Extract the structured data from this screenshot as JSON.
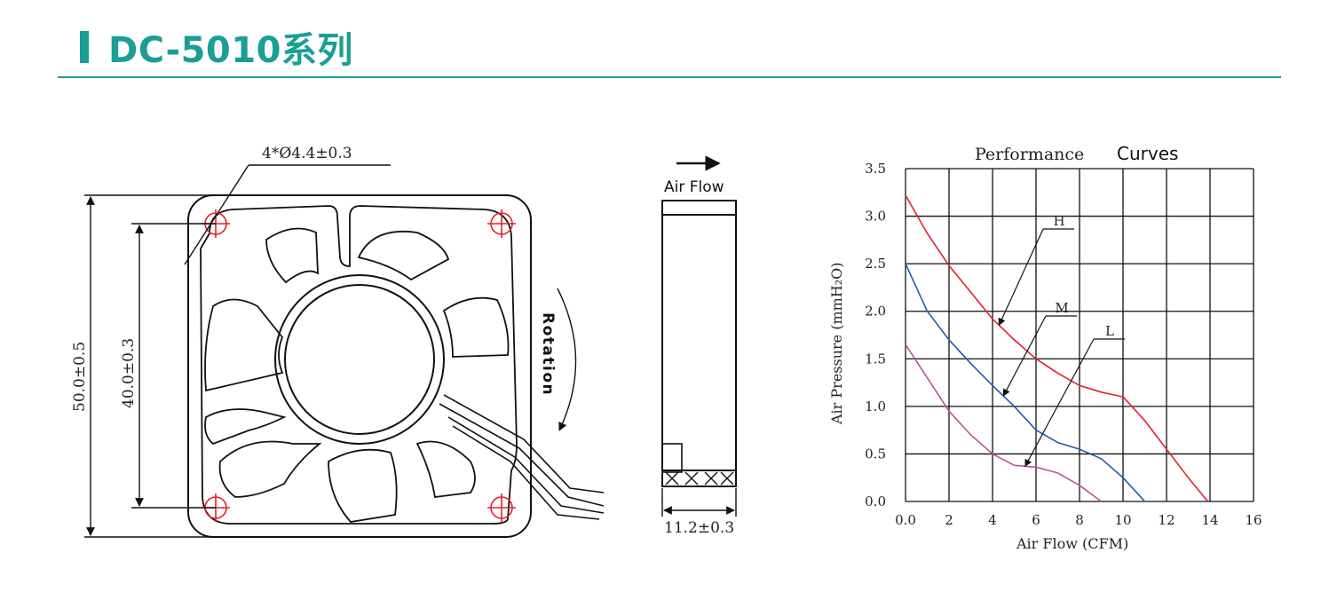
{
  "header": {
    "title": "DC-5010系列",
    "accent": "#1a9e96"
  },
  "front_view": {
    "hole_spec": "4*Ø4.4±0.3",
    "outer_dim": "50.0±0.5",
    "hole_dim": "40.0±0.3",
    "rotation_label": "Rotation"
  },
  "side_view": {
    "airflow_label": "Air Flow",
    "thickness_dim": "11.2±0.3"
  },
  "chart_data": {
    "type": "line",
    "title_part1": "Performance",
    "title_part2": "Curves",
    "xlabel": "Air Flow (CFM)",
    "ylabel": "Air Pressure (mmH₂O)",
    "xlim": [
      0,
      16
    ],
    "ylim": [
      0,
      3.5
    ],
    "x_ticks": [
      "0.0",
      "2",
      "4",
      "6",
      "8",
      "10",
      "12",
      "14",
      "16"
    ],
    "y_ticks": [
      "0.0",
      "0.5",
      "1.0",
      "1.5",
      "2.0",
      "2.5",
      "3.0",
      "3.5"
    ],
    "grid": true,
    "series": [
      {
        "name": "H",
        "color": "#e0222e",
        "x": [
          0,
          1,
          2,
          3,
          4,
          5,
          6,
          7,
          8,
          9,
          10,
          11,
          12,
          13,
          13.9
        ],
        "y": [
          3.22,
          2.82,
          2.48,
          2.2,
          1.92,
          1.7,
          1.5,
          1.35,
          1.22,
          1.15,
          1.1,
          0.85,
          0.55,
          0.25,
          0.0
        ]
      },
      {
        "name": "M",
        "color": "#1e5aa8",
        "x": [
          0,
          1,
          2,
          3,
          4,
          5,
          6,
          7,
          8,
          9,
          10,
          11
        ],
        "y": [
          2.5,
          2.0,
          1.7,
          1.45,
          1.22,
          1.0,
          0.75,
          0.62,
          0.55,
          0.45,
          0.25,
          0.0
        ]
      },
      {
        "name": "L",
        "color": "#b5549a",
        "x": [
          0,
          1,
          2,
          3,
          4,
          5,
          6,
          7,
          8,
          9
        ],
        "y": [
          1.65,
          1.3,
          0.95,
          0.7,
          0.5,
          0.38,
          0.36,
          0.3,
          0.17,
          0.0
        ]
      }
    ]
  }
}
